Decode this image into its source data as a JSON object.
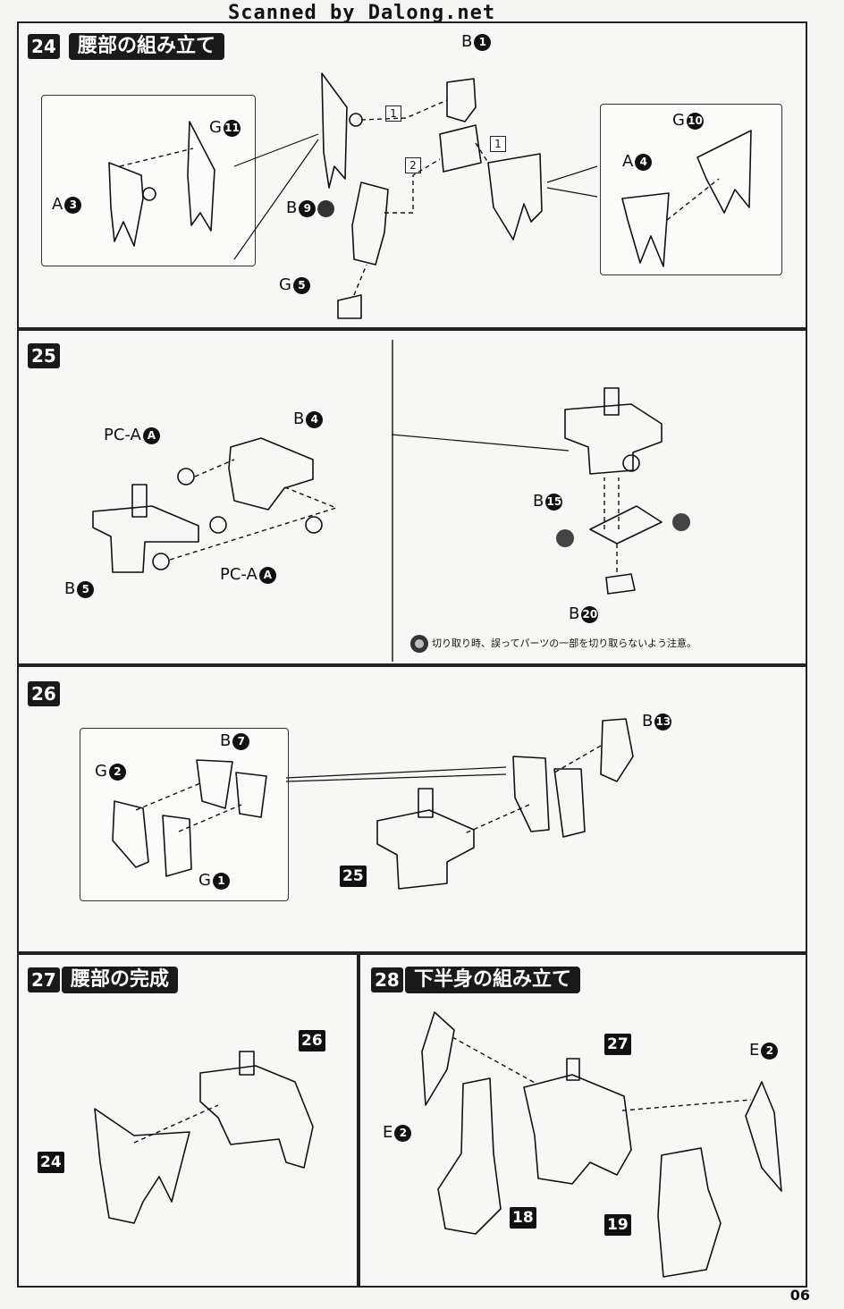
{
  "banner": "Scanned by Dalong.net",
  "page_number": "06",
  "steps": {
    "s24": {
      "num": "24",
      "title": "腰部の組み立て"
    },
    "s25": {
      "num": "25",
      "warning": "切り取り時、誤ってパーツの一部を切り取らないよう注意。"
    },
    "s26": {
      "num": "26"
    },
    "s27": {
      "num": "27",
      "title": "腰部の完成"
    },
    "s28": {
      "num": "28",
      "title": "下半身の組み立て"
    }
  },
  "labels": {
    "b1": {
      "letter": "B",
      "num": "1"
    },
    "g11": {
      "letter": "G",
      "num": "11"
    },
    "a3": {
      "letter": "A",
      "num": "3"
    },
    "b9": {
      "letter": "B",
      "num": "9"
    },
    "g5": {
      "letter": "G",
      "num": "5"
    },
    "g10": {
      "letter": "G",
      "num": "10"
    },
    "a4": {
      "letter": "A",
      "num": "4"
    },
    "pca1": {
      "letter": "PC-A",
      "num": "A"
    },
    "pca2": {
      "letter": "PC-A",
      "num": "A"
    },
    "b4": {
      "letter": "B",
      "num": "4"
    },
    "b5": {
      "letter": "B",
      "num": "5"
    },
    "b15": {
      "letter": "B",
      "num": "15"
    },
    "b20": {
      "letter": "B",
      "num": "20"
    },
    "b7": {
      "letter": "B",
      "num": "7"
    },
    "g2": {
      "letter": "G",
      "num": "2"
    },
    "g1": {
      "letter": "G",
      "num": "1"
    },
    "b13": {
      "letter": "B",
      "num": "13"
    },
    "e2a": {
      "letter": "E",
      "num": "2"
    },
    "e2b": {
      "letter": "E",
      "num": "2"
    }
  },
  "order_markers": {
    "m1a": "1",
    "m1b": "1",
    "m2": "2"
  },
  "refs": {
    "r25": "25",
    "r26": "26",
    "r24": "24",
    "r27": "27",
    "r18": "18",
    "r19": "19"
  }
}
